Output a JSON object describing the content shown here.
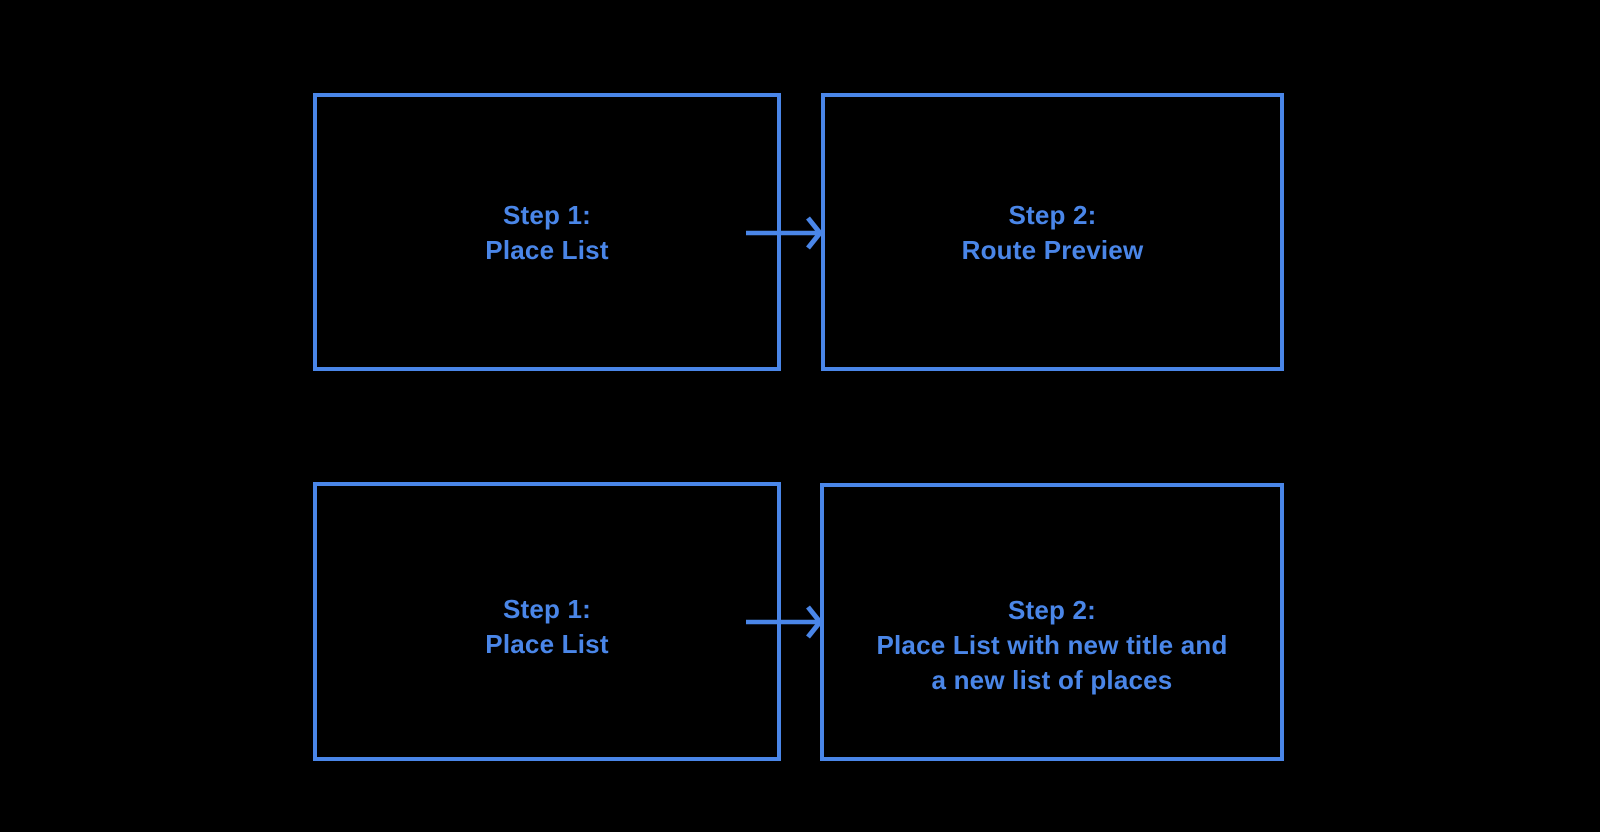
{
  "colors": {
    "accent": "#4a86e8",
    "background": "#000000"
  },
  "diagram": {
    "boxes": [
      {
        "name": "step-1-place-list-top",
        "lines": [
          "Step 1:",
          "Place List"
        ]
      },
      {
        "name": "step-2-route-preview",
        "lines": [
          "Step 2:",
          "Route Preview"
        ]
      },
      {
        "name": "step-1-place-list-bottom",
        "lines": [
          "Step 1:",
          "Place List"
        ]
      },
      {
        "name": "step-2-new-place-list",
        "lines": [
          "Step 2:",
          "Place List with new title and",
          "a new list of places"
        ]
      }
    ],
    "arrows": [
      {
        "from": "step-1-place-list-top",
        "to": "step-2-route-preview",
        "direction": "right"
      },
      {
        "from": "step-1-place-list-bottom",
        "to": "step-2-new-place-list",
        "direction": "right"
      }
    ]
  }
}
